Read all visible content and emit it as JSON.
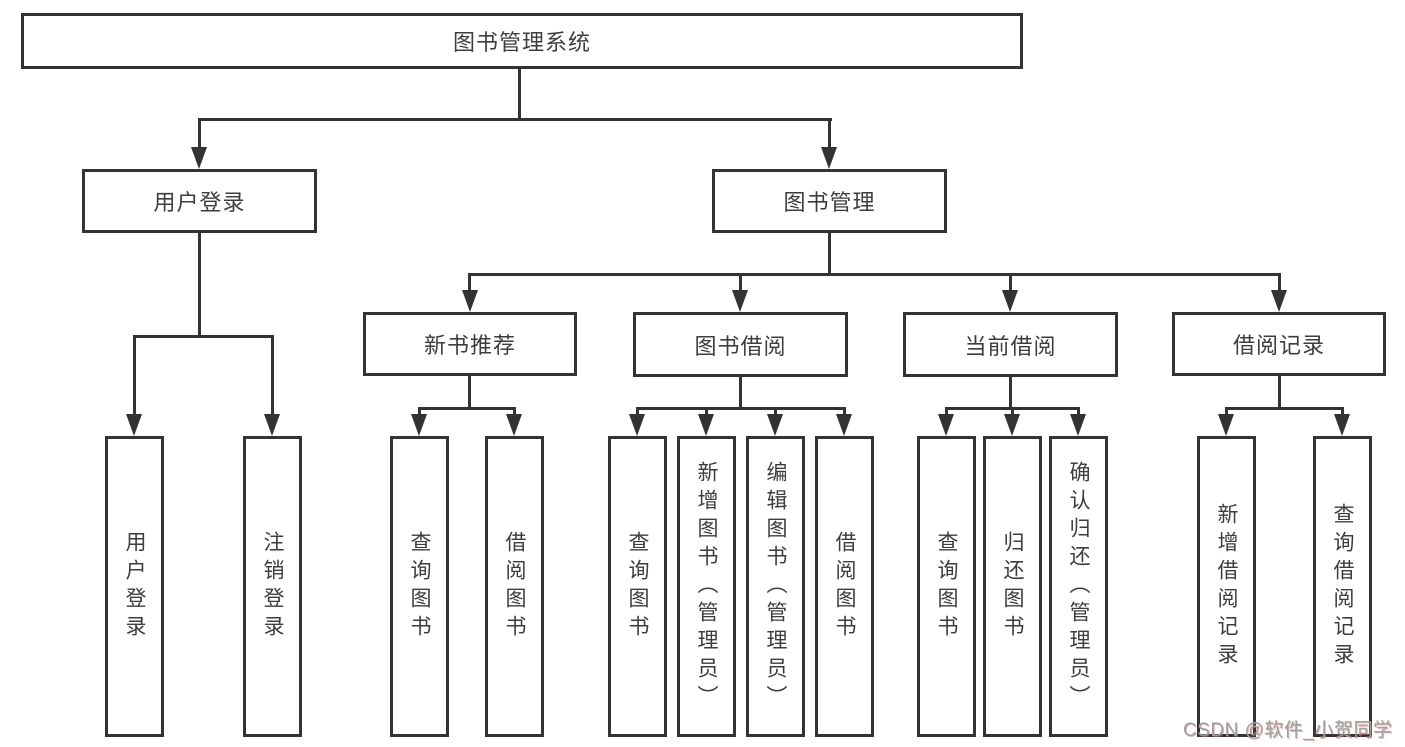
{
  "nodes": {
    "root": "图书管理系统",
    "user_login": "用户登录",
    "book_mgmt": "图书管理",
    "new_book_rec": "新书推荐",
    "book_borrow": "图书借阅",
    "current_borrow": "当前借阅",
    "borrow_records": "借阅记录",
    "login": "用户登录",
    "logout": "注销登录",
    "rec_query": "查询图书",
    "rec_borrow": "借阅图书",
    "bb_query": "查询图书",
    "bb_add": "新增图书（管理员）",
    "bb_edit": "编辑图书（管理员）",
    "bb_borrow": "借阅图书",
    "cb_query": "查询图书",
    "cb_return": "归还图书",
    "cb_confirm": "确认归还（管理员）",
    "br_add": "新增借阅记录",
    "br_query": "查询借阅记录"
  },
  "hierarchy": {
    "图书管理系统": {
      "用户登录": [
        "用户登录",
        "注销登录"
      ],
      "图书管理": {
        "新书推荐": [
          "查询图书",
          "借阅图书"
        ],
        "图书借阅": [
          "查询图书",
          "新增图书（管理员）",
          "编辑图书（管理员）",
          "借阅图书"
        ],
        "当前借阅": [
          "查询图书",
          "归还图书",
          "确认归还（管理员）"
        ],
        "借阅记录": [
          "新增借阅记录",
          "查询借阅记录"
        ]
      }
    }
  },
  "watermark": "CSDN @软件_小贺同学",
  "colors": {
    "line": "#333333",
    "text": "#3d3d3d",
    "background": "#ffffff",
    "watermark": "#9f9f9f"
  }
}
